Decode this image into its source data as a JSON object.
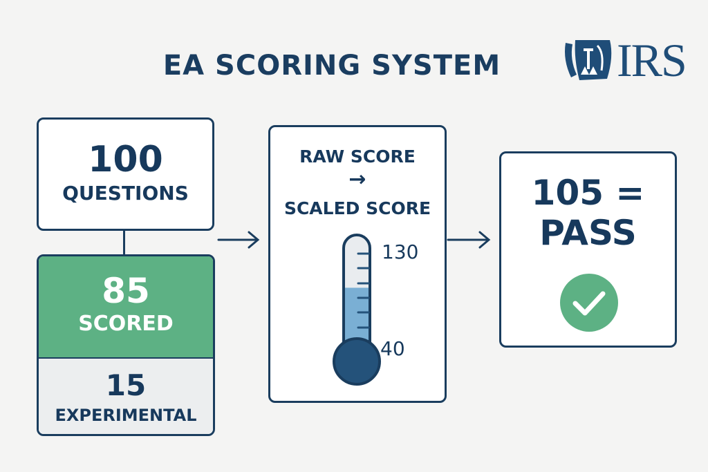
{
  "title": "EA SCORING SYSTEM",
  "logo": {
    "text": "IRS"
  },
  "questions": {
    "number": "100",
    "label": "QUESTIONS"
  },
  "scored": {
    "number": "85",
    "label": "SCORED"
  },
  "experimental": {
    "number": "15",
    "label": "EXPERIMENTAL"
  },
  "conversion": {
    "from": "RAW SCORE",
    "arrow": "→",
    "to": "SCALED SCORE"
  },
  "thermometer": {
    "max_label": "130",
    "min_label": "40",
    "fill_fraction": 0.6
  },
  "result": {
    "line1": "105 =",
    "line2": "PASS",
    "icon": "check-circle-icon"
  },
  "colors": {
    "navy": "#1a3d5e",
    "green": "#5db184",
    "fill": "#7aafd4",
    "bulb": "#24527a"
  }
}
